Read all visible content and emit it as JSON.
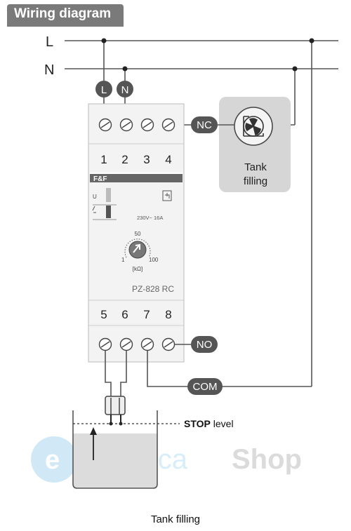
{
  "title": "Wiring diagram",
  "lines": {
    "L": "L",
    "N": "N"
  },
  "badges": {
    "L": "L",
    "N": "N",
    "NC": "NC",
    "NO": "NO",
    "COM": "COM"
  },
  "terminals_top": [
    "1",
    "2",
    "3",
    "4"
  ],
  "terminals_bottom": [
    "5",
    "6",
    "7",
    "8"
  ],
  "device": {
    "brand": "F&F",
    "u_label": "U",
    "rating": "230V~  16A",
    "dial_max": "50",
    "dial_min": "1",
    "dial_right": "100",
    "dial_unit": "[kΩ]",
    "model": "PZ-828 RC"
  },
  "load": {
    "line1": "Tank",
    "line2": "filling"
  },
  "level": {
    "bold": "STOP",
    "rest": " level"
  },
  "watermark": {
    "part1": "electrica",
    "part2": "Shop"
  },
  "caption": "Tank filling",
  "colors": {
    "badge": "#555555",
    "wire": "#555555",
    "module": "#f3f3f3",
    "tank_water": "#dcdcdc",
    "load_box": "#d6d6d6"
  }
}
